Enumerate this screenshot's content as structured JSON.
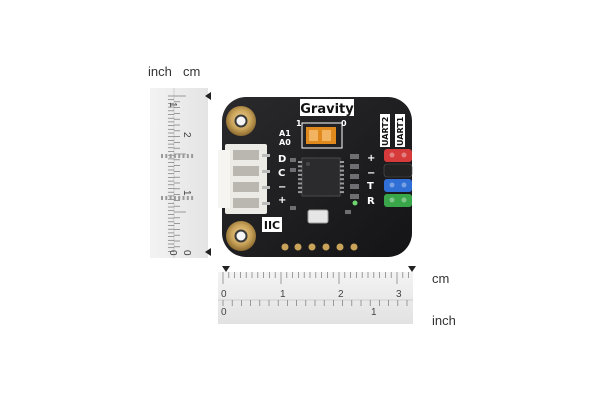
{
  "rulers": {
    "vertical": {
      "unit_label_inch": "inch",
      "unit_label_cm": "cm",
      "inch_ticks": [
        "1",
        "0"
      ],
      "cm_ticks": [
        "2",
        "1",
        "0"
      ]
    },
    "horizontal": {
      "unit_label_cm": "cm",
      "unit_label_inch": "inch",
      "cm_ticks": [
        "0",
        "1",
        "2",
        "3"
      ],
      "inch_ticks": [
        "0",
        "1"
      ]
    }
  },
  "board": {
    "brand_label": "Gravity",
    "switch_positions": [
      "1",
      "0"
    ],
    "switch_labels": [
      "A1",
      "A0"
    ],
    "left_pins": [
      "D",
      "C",
      "−",
      "+"
    ],
    "right_pins": [
      "+",
      "−",
      "T",
      "R"
    ],
    "uart_labels": [
      "UART2",
      "UART1"
    ],
    "interface_label": "IIC",
    "colors": {
      "pcb": "#1c1c1e",
      "gold": "#c9a35a",
      "header_red": "#d63a3a",
      "header_black": "#222222",
      "header_blue": "#2f6fd6",
      "header_green": "#3aa64a",
      "connector": "#ecebe6"
    }
  }
}
